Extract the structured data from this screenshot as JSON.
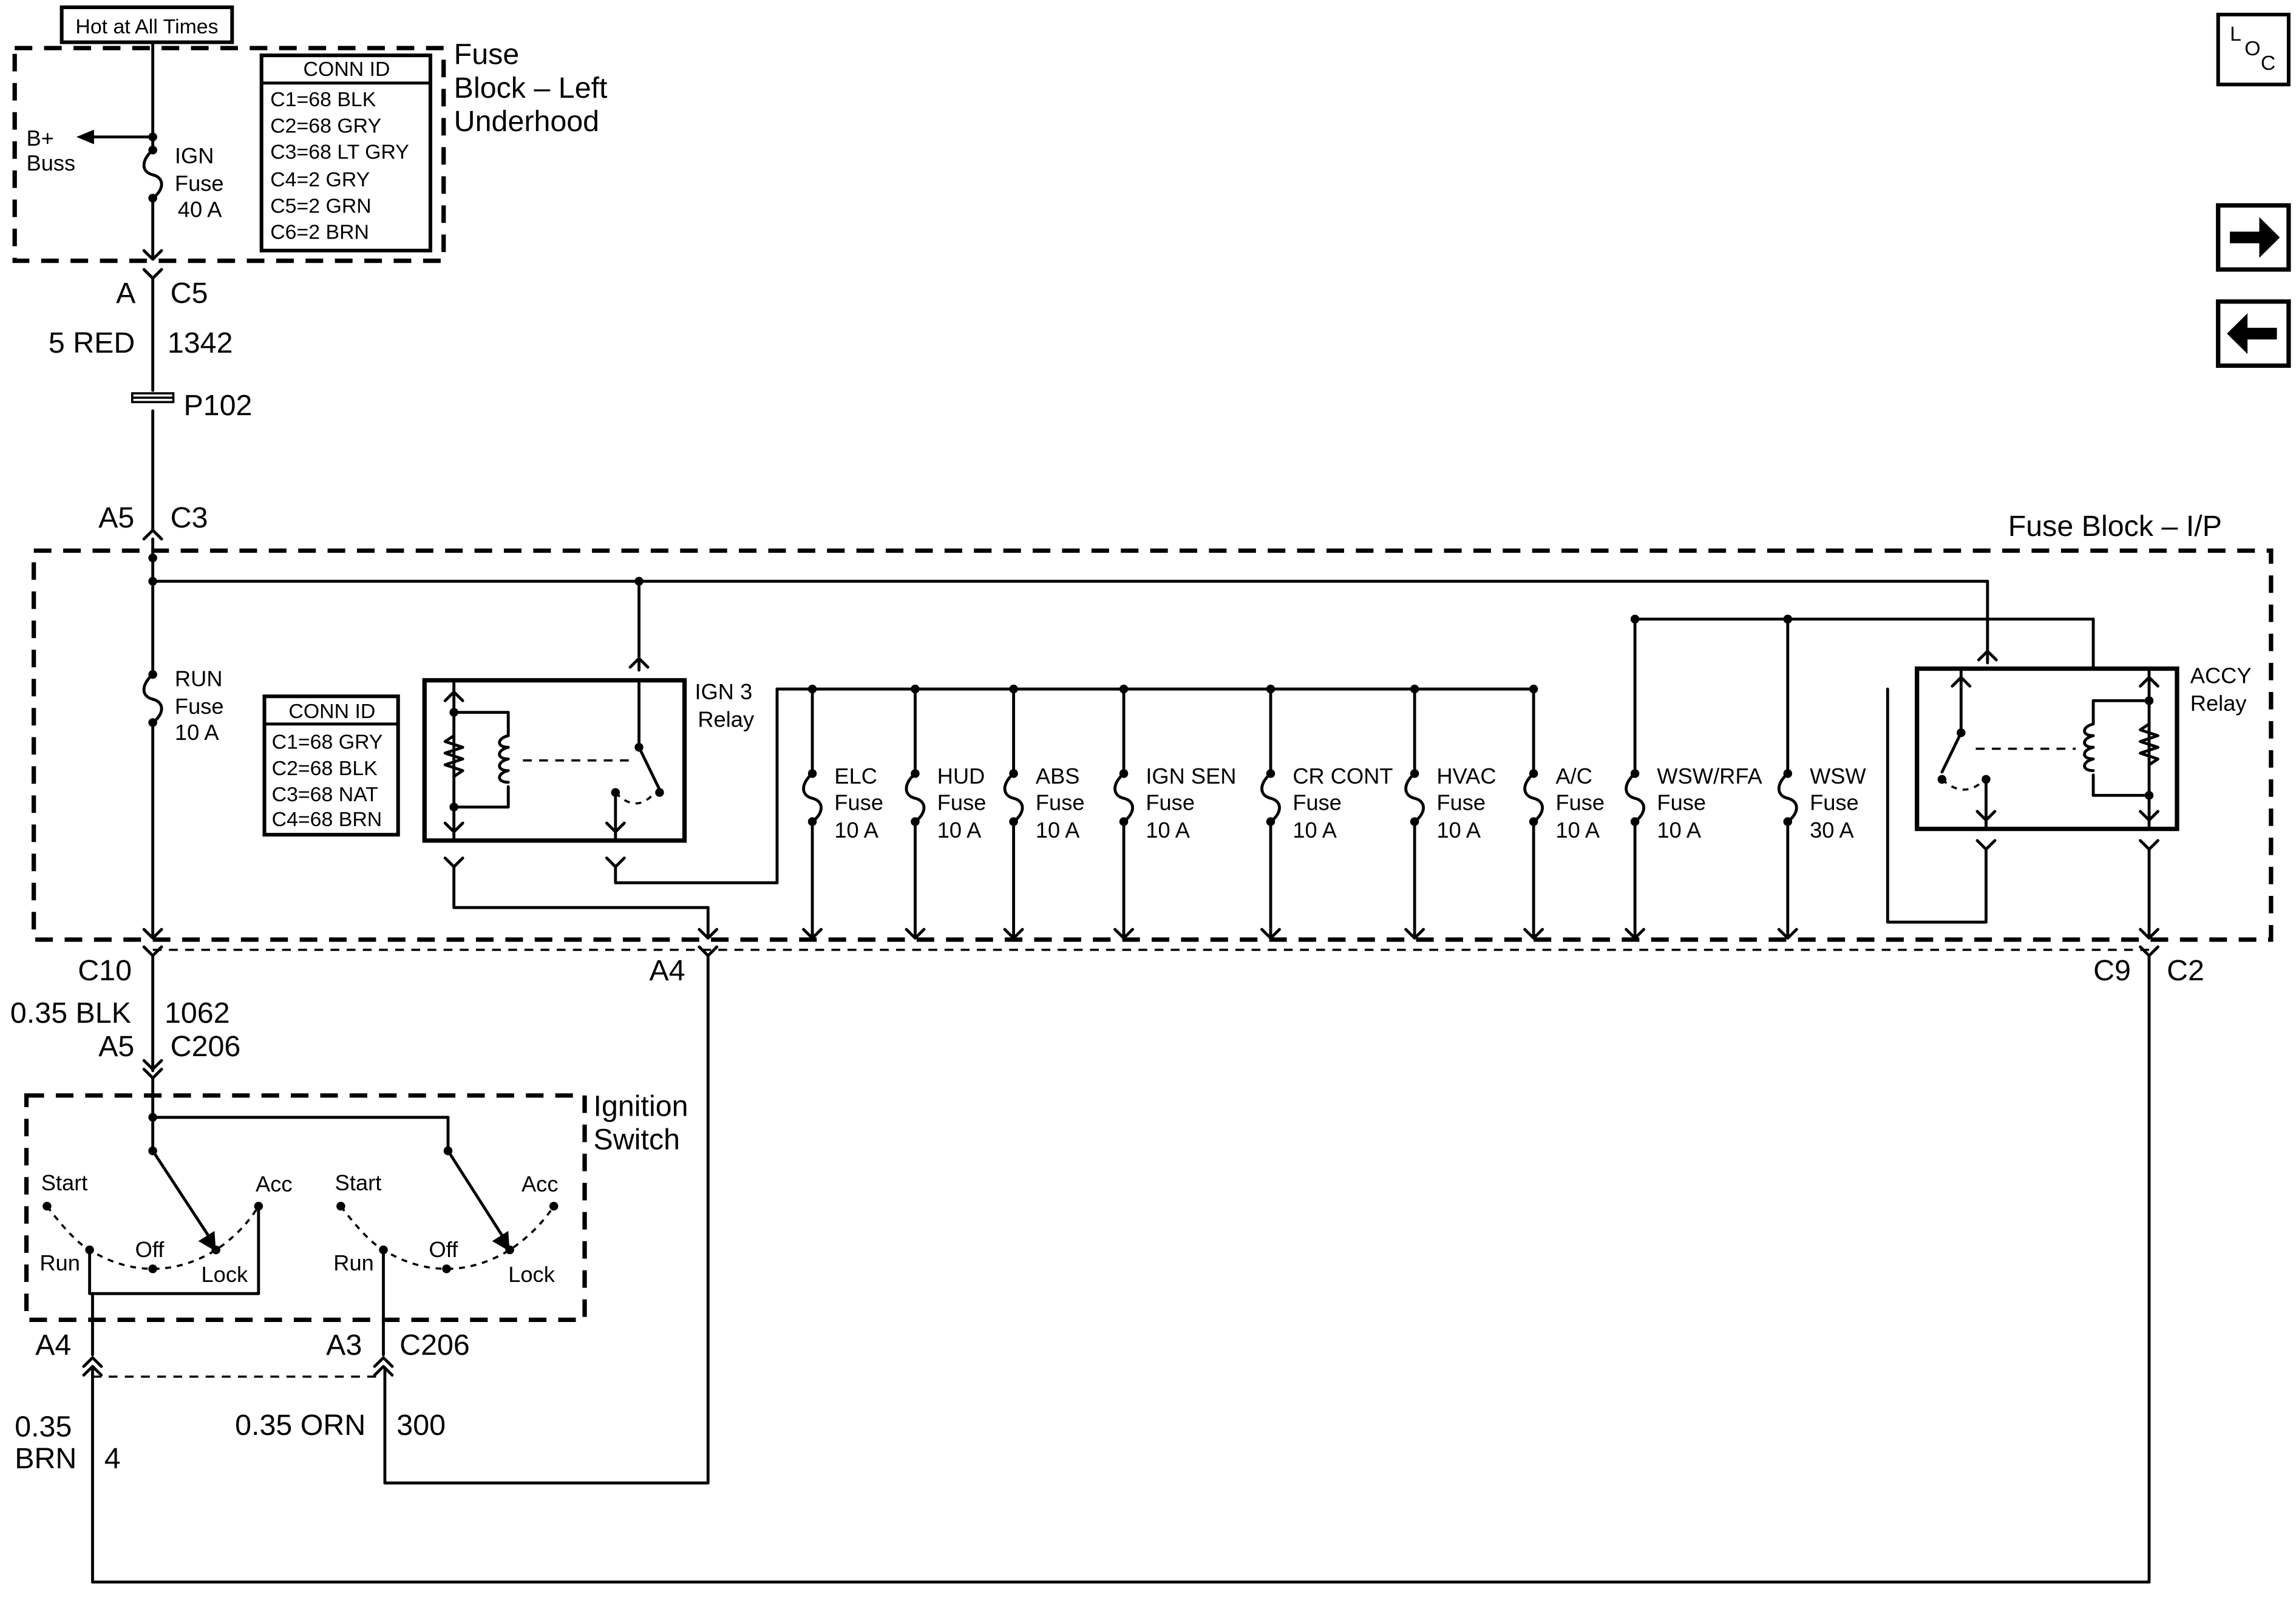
{
  "hot_label": "Hot at All Times",
  "loc_label": {
    "l": "L",
    "o": "O",
    "c": "C"
  },
  "nav": {
    "forward_icon": "arrow-right-icon",
    "back_icon": "arrow-left-icon"
  },
  "fuse_block_left": {
    "title_lines": [
      "Fuse",
      "Block – Left",
      "Underhood"
    ],
    "conn_id": {
      "header": "CONN ID",
      "rows": [
        "C1=68 BLK",
        "C2=68 GRY",
        "C3=68 LT GRY",
        "C4=2 GRY",
        "C5=2 GRN",
        "C6=2 BRN"
      ]
    },
    "bplus": [
      "B+",
      "Buss"
    ],
    "ign_fuse": [
      "IGN",
      "Fuse",
      "40 A"
    ]
  },
  "conn_a_c5": {
    "pin": "A",
    "conn": "C5"
  },
  "wire_1342": {
    "gauge": "5 RED",
    "circuit": "1342"
  },
  "splice": "P102",
  "conn_a5_c3": {
    "pin": "A5",
    "conn": "C3"
  },
  "fuse_block_ip": {
    "title": "Fuse Block – I/P",
    "conn_id": {
      "header": "CONN ID",
      "rows": [
        "C1=68 GRY",
        "C2=68 BLK",
        "C3=68 NAT",
        "C4=68 BRN"
      ]
    },
    "run_fuse": [
      "RUN",
      "Fuse",
      "10 A"
    ],
    "ign3_relay": [
      "IGN 3",
      "Relay"
    ],
    "accy_relay": [
      "ACCY",
      "Relay"
    ],
    "fuses": [
      {
        "name": "ELC",
        "word": "Fuse",
        "rating": "10 A"
      },
      {
        "name": "HUD",
        "word": "Fuse",
        "rating": "10 A"
      },
      {
        "name": "ABS",
        "word": "Fuse",
        "rating": "10 A"
      },
      {
        "name": "IGN SEN",
        "word": "Fuse",
        "rating": "10 A"
      },
      {
        "name": "CR CONT",
        "word": "Fuse",
        "rating": "10 A"
      },
      {
        "name": "HVAC",
        "word": "Fuse",
        "rating": "10 A"
      },
      {
        "name": "A/C",
        "word": "Fuse",
        "rating": "10 A"
      },
      {
        "name": "WSW/RFA",
        "word": "Fuse",
        "rating": "10 A"
      },
      {
        "name": "WSW",
        "word": "Fuse",
        "rating": "30 A"
      }
    ]
  },
  "conn_c10": "C10",
  "conn_a4_top": "A4",
  "conn_c9": "C9",
  "conn_c2": "C2",
  "wire_1062": {
    "gauge": "0.35 BLK",
    "circuit": "1062"
  },
  "conn_a5_c206": {
    "pin": "A5",
    "conn": "C206"
  },
  "ignition_switch": {
    "title_lines": [
      "Ignition",
      "Switch"
    ],
    "positions": {
      "start": "Start",
      "acc": "Acc",
      "run": "Run",
      "off": "Off",
      "lock": "Lock"
    }
  },
  "conn_a4_bottom": "A4",
  "conn_a3_c206": {
    "pin": "A3",
    "conn": "C206"
  },
  "wire_4": {
    "gauge_lines": [
      "0.35",
      "BRN"
    ],
    "circuit": "4"
  },
  "wire_300": {
    "gauge": "0.35 ORN",
    "circuit": "300"
  }
}
